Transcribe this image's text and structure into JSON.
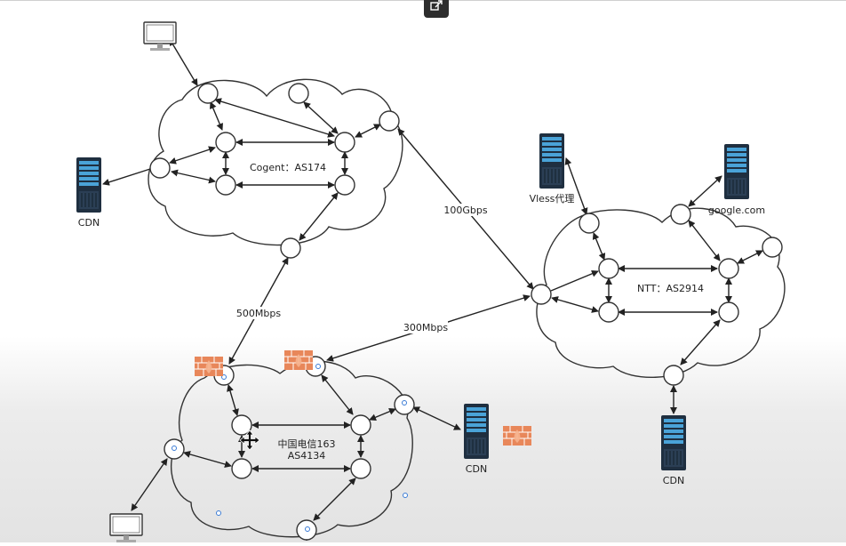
{
  "clouds": {
    "cogent": {
      "label": "Cogent：AS174"
    },
    "ntt": {
      "label": "NTT：AS2914"
    },
    "telecom": {
      "label_line1": "中国电信163",
      "label_line2": "AS4134"
    }
  },
  "servers": {
    "cdn_left": "CDN",
    "vless": "Vless代理",
    "google": "google.com",
    "cdn_right": "CDN",
    "cdn_mid": "CDN"
  },
  "links": {
    "cogent_ntt": "100Gbps",
    "cogent_telecom": "500Mbps",
    "telecom_ntt": "300Mbps"
  },
  "colors": {
    "firewall": "#e8875a",
    "server": "#1f2f40",
    "server_stripe": "#4aa3d8"
  },
  "icons": [
    "monitor-icon",
    "server-icon",
    "firewall-icon",
    "move-cursor-icon",
    "expand-icon"
  ]
}
